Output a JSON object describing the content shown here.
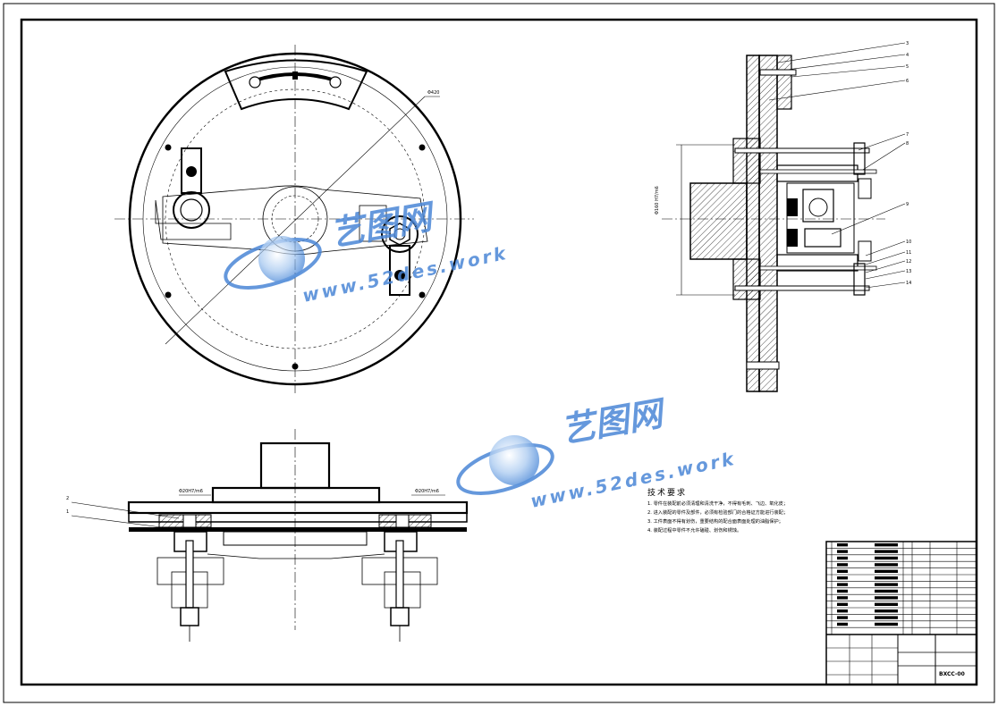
{
  "technical_requirements": {
    "title": "技术要求",
    "lines": [
      "1. 零件在装配前必须清理和清洗干净，不得有毛刺、飞边、氧化皮；",
      "2. 进入装配的零件及部件，必须有检验部门的合格证方能进行装配；",
      "3. 工件表面不得有划伤，重要结构的配合面表面处理的油脂保护；",
      "4. 装配过程中零件不允许磕碰、划伤和锈蚀。"
    ]
  },
  "dimensions": {
    "outer_diameter": "Φ420",
    "side_diameter": "Φ160 H7/m6",
    "pin_fit_left": "Φ20H7/m6",
    "pin_fit_right": "Φ20H7/m6"
  },
  "part_refs_side": [
    "3",
    "4",
    "5",
    "6",
    "7",
    "8",
    "9",
    "10",
    "11",
    "12",
    "13",
    "14"
  ],
  "part_refs_bottom": [
    "2",
    "1"
  ],
  "title_block": {
    "drawing_code": "BXCC-00"
  },
  "watermark": {
    "brand": "艺图网",
    "url": "www.52des.work",
    "color": "#4a86d6"
  }
}
